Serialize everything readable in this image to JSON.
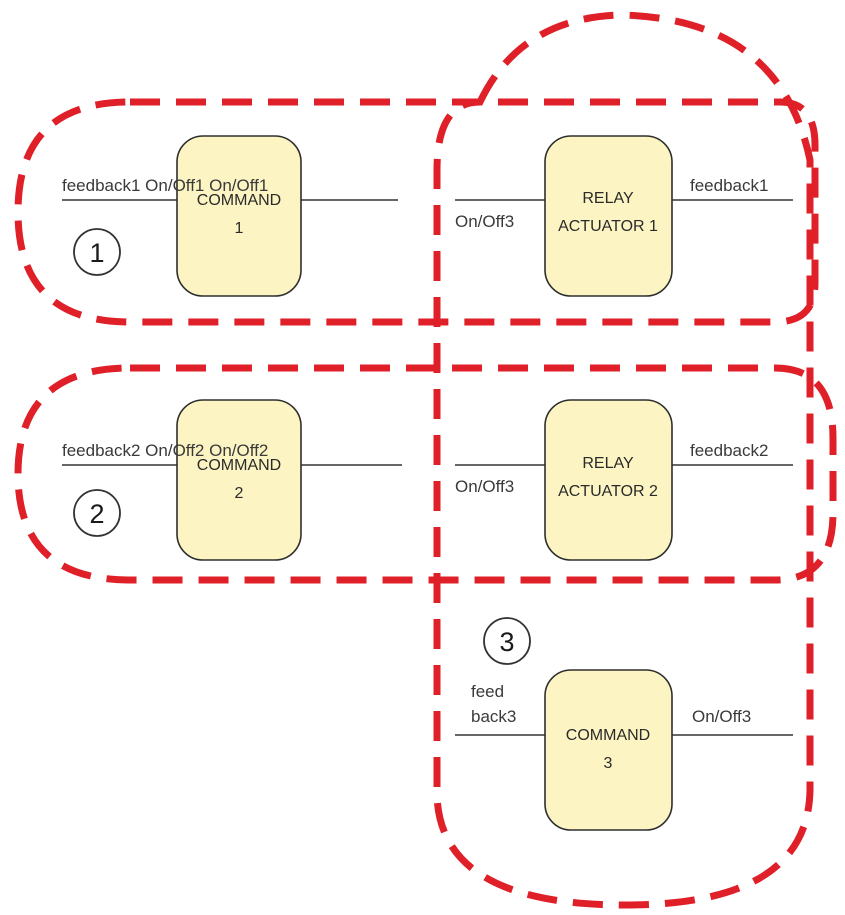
{
  "colors": {
    "group_outline": "#e02028",
    "block_fill": "#fcf5c3"
  },
  "groups": [
    {
      "number": "1"
    },
    {
      "number": "2"
    },
    {
      "number": "3"
    }
  ],
  "blocks": {
    "command1": {
      "line1": "COMMAND",
      "line2": "1"
    },
    "command2": {
      "line1": "COMMAND",
      "line2": "2"
    },
    "command3": {
      "line1": "COMMAND",
      "line2": "3"
    },
    "relay1": {
      "line1": "RELAY",
      "line2": "ACTUATOR 1"
    },
    "relay2": {
      "line1": "RELAY",
      "line2": "ACTUATOR 2"
    }
  },
  "labels": {
    "row1_left": "feedback1 On/Off1 On/Off1",
    "row1_relay_in": "On/Off3",
    "row1_relay_out": "feedback1",
    "row2_left": "feedback2 On/Off2 On/Off2",
    "row2_relay_in": "On/Off3",
    "row2_relay_out": "feedback2",
    "row3_in_line1": "feed",
    "row3_in_line2": "back3",
    "row3_out": "On/Off3"
  }
}
